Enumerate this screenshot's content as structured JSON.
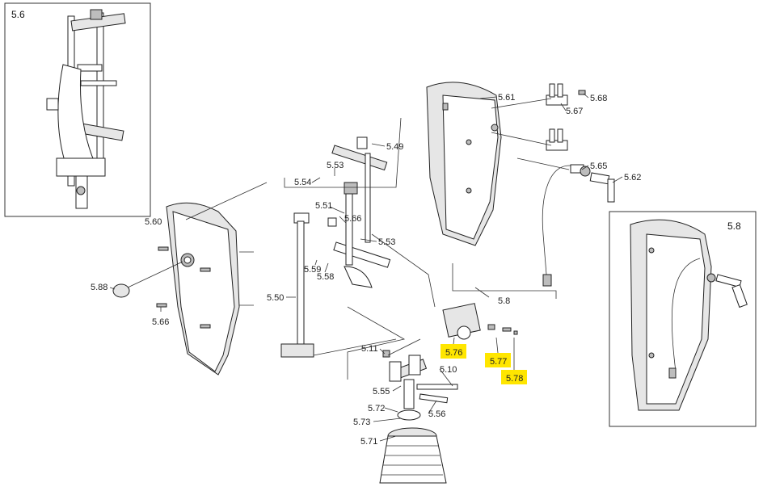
{
  "callouts": {
    "c5_6": "5.6",
    "c5_8box": "5.8",
    "c5_61": "5.61",
    "c5_68": "5.68",
    "c5_67": "5.67",
    "c5_49": "5.49",
    "c5_53a": "5.53",
    "c5_54": "5.54",
    "c5_65": "5.65",
    "c5_62": "5.62",
    "c5_51": "5.51",
    "c5_66a": "5.66",
    "c5_60": "5.60",
    "c5_53b": "5.53",
    "c5_59": "5.59",
    "c5_58": "5.58",
    "c5_88": "5.88",
    "c5_50": "5.50",
    "c5_66b": "5.66",
    "c5_8": "5.8",
    "c5_76": "5.76",
    "c5_77": "5.77",
    "c5_78": "5.78",
    "c5_11": "5.11",
    "c5_10": "5.10",
    "c5_55": "5.55",
    "c5_56": "5.56",
    "c5_72": "5.72",
    "c5_73": "5.73",
    "c5_71": "5.71"
  },
  "colors": {
    "highlight": "#ffe600",
    "line": "#333333"
  }
}
